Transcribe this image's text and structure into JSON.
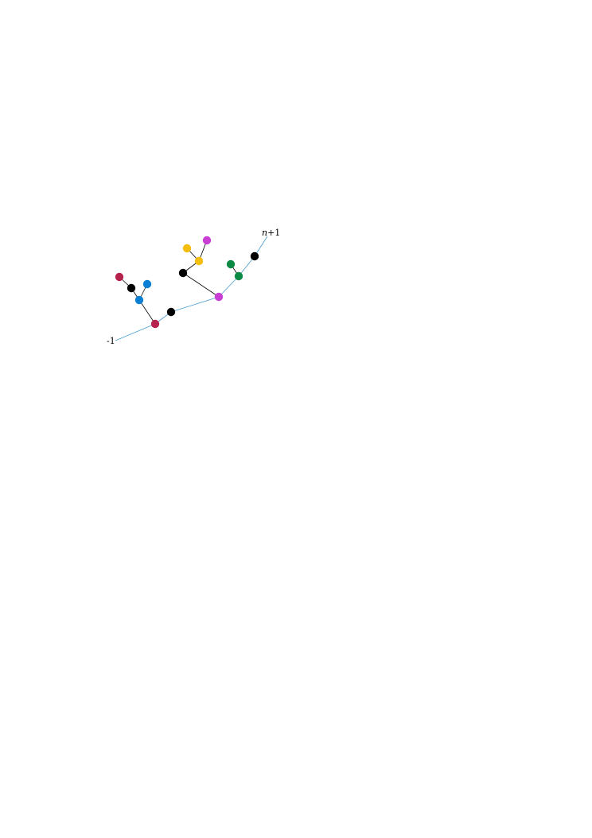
{
  "labels": {
    "start": "-1",
    "end_var": "n",
    "end_rest": "+1"
  },
  "colors": {
    "path_edge": "#4a9cd0",
    "tree_edge": "#000000",
    "crimson": "#b5234d",
    "blue": "#0b7fd4",
    "black": "#000000",
    "magenta": "#c83ed4",
    "yellow": "#f5bd0c",
    "green": "#0a8a44"
  },
  "nodes": [
    {
      "id": "v_red_main",
      "color": "crimson"
    },
    {
      "id": "v_black_mid",
      "color": "black"
    },
    {
      "id": "v_magenta_main",
      "color": "magenta"
    },
    {
      "id": "v_green_main",
      "color": "green"
    },
    {
      "id": "v_black_right",
      "color": "black"
    },
    {
      "id": "v_blue_mid",
      "color": "blue"
    },
    {
      "id": "v_black_left",
      "color": "black"
    },
    {
      "id": "v_red_top",
      "color": "crimson"
    },
    {
      "id": "v_blue_top",
      "color": "blue"
    },
    {
      "id": "v_black_upper",
      "color": "black"
    },
    {
      "id": "v_yellow_mid",
      "color": "yellow"
    },
    {
      "id": "v_yellow_top",
      "color": "yellow"
    },
    {
      "id": "v_magenta_top",
      "color": "magenta"
    },
    {
      "id": "v_green_top",
      "color": "green"
    }
  ],
  "edges": [
    {
      "from": "start",
      "to": "v_red_main",
      "kind": "path"
    },
    {
      "from": "v_red_main",
      "to": "v_black_mid",
      "kind": "path"
    },
    {
      "from": "v_black_mid",
      "to": "v_magenta_main",
      "kind": "path"
    },
    {
      "from": "v_magenta_main",
      "to": "v_green_main",
      "kind": "path"
    },
    {
      "from": "v_green_main",
      "to": "v_black_right",
      "kind": "path"
    },
    {
      "from": "v_black_right",
      "to": "end",
      "kind": "path"
    },
    {
      "from": "v_red_main",
      "to": "v_blue_mid",
      "kind": "tree"
    },
    {
      "from": "v_blue_mid",
      "to": "v_black_left",
      "kind": "tree"
    },
    {
      "from": "v_black_left",
      "to": "v_red_top",
      "kind": "tree"
    },
    {
      "from": "v_blue_mid",
      "to": "v_blue_top",
      "kind": "tree"
    },
    {
      "from": "v_magenta_main",
      "to": "v_black_upper",
      "kind": "tree"
    },
    {
      "from": "v_black_upper",
      "to": "v_yellow_mid",
      "kind": "tree"
    },
    {
      "from": "v_yellow_mid",
      "to": "v_yellow_top",
      "kind": "tree"
    },
    {
      "from": "v_yellow_mid",
      "to": "v_magenta_top",
      "kind": "tree"
    },
    {
      "from": "v_green_main",
      "to": "v_green_top",
      "kind": "tree"
    }
  ]
}
